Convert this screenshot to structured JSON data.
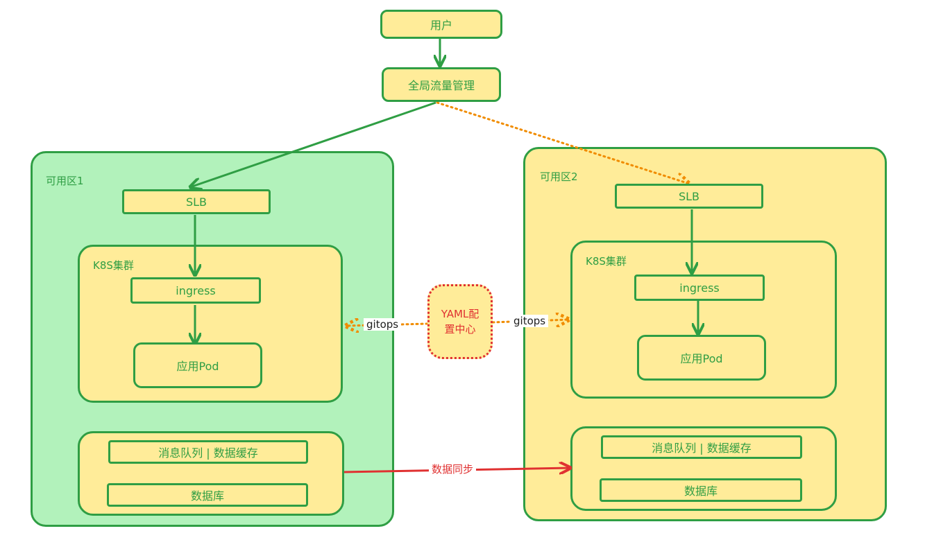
{
  "nodes": {
    "user": "用户",
    "global_traffic": "全局流量管理",
    "config_center": "YAML配置中心"
  },
  "zone1": {
    "title": "可用区1",
    "slb": "SLB",
    "k8s_title": "K8S集群",
    "ingress": "ingress",
    "pod": "应用Pod",
    "mq_cache": "消息队列 | 数据缓存",
    "database": "数据库"
  },
  "zone2": {
    "title": "可用区2",
    "slb": "SLB",
    "k8s_title": "K8S集群",
    "ingress": "ingress",
    "pod": "应用Pod",
    "mq_cache": "消息队列 | 数据缓存",
    "database": "数据库"
  },
  "edges": {
    "gitops_left": "gitops",
    "gitops_right": "gitops",
    "data_sync": "数据同步"
  },
  "colors": {
    "stroke_green": "#2f9e44",
    "fill_yellow": "#ffec99",
    "fill_green": "#b2f2bb",
    "dotted_orange": "#f08c00",
    "sync_red": "#e03131"
  }
}
